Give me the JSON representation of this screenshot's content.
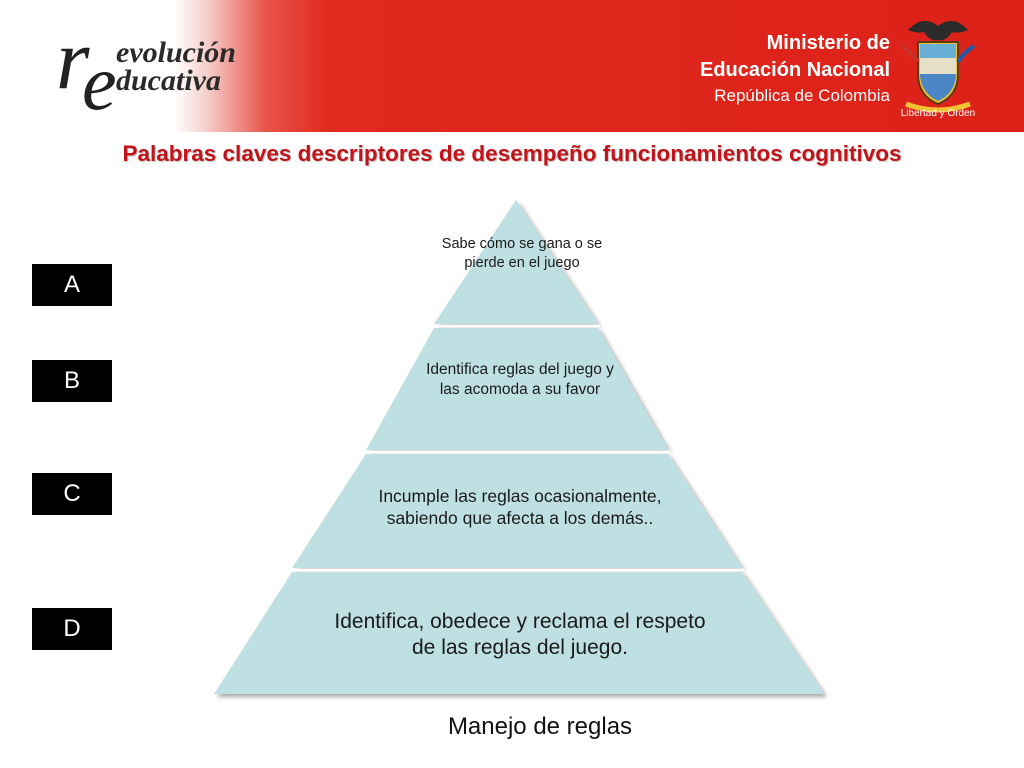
{
  "header": {
    "logo_text_line1": "evolución",
    "logo_text_line2": "ducativa",
    "logo_mark_r": "r",
    "logo_mark_e": "e",
    "ministry_line1": "Ministerio de",
    "ministry_line2": "Educación Nacional",
    "ministry_line3": "República de Colombia",
    "motto": "Libertad y Orden"
  },
  "title": "Palabras claves descriptores de desempeño funcionamientos cognitivos",
  "levels": [
    "A",
    "B",
    "C",
    "D"
  ],
  "pyramid": {
    "tiers": [
      "Sabe cómo se gana o  se pierde en el juego",
      "Identifica  reglas del juego y las acomoda a su favor",
      "Incumple las reglas ocasionalmente, sabiendo que afecta a los demás..",
      "Identifica, obedece y reclama el respeto de las reglas del juego."
    ],
    "fill_color": "#bfe0e3",
    "divider_color": "#ffffff"
  },
  "caption": "Manejo de reglas",
  "colors": {
    "banner_red": "#dc2118",
    "title_red": "#c0141a",
    "level_box": "#000000"
  }
}
